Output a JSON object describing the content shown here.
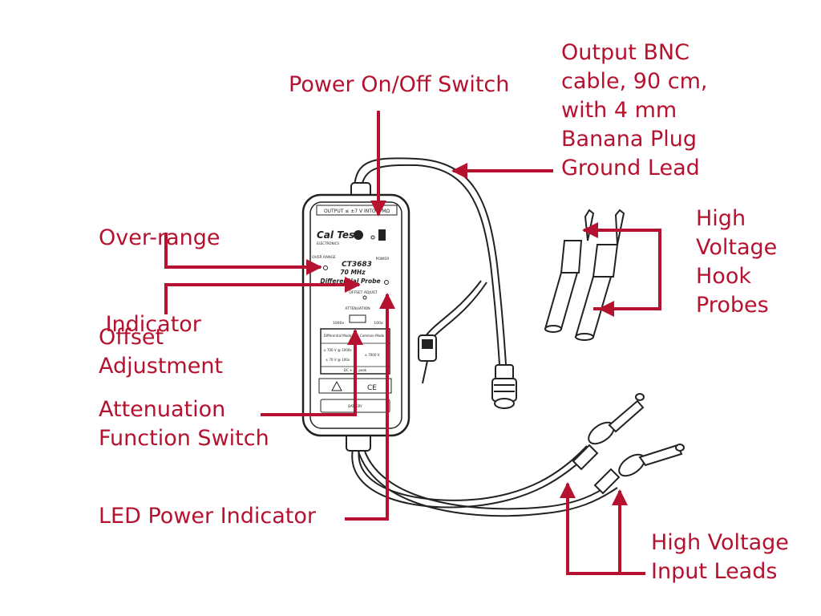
{
  "diagram": {
    "accent_color": "#b5122f",
    "callouts": {
      "power_switch": {
        "lines": [
          "Power On/Off Switch"
        ]
      },
      "output_bnc": {
        "lines": [
          "Output BNC",
          "cable, 90 cm,",
          "with 4 mm",
          "Banana Plug",
          "Ground Lead"
        ]
      },
      "over_range": {
        "lines": [
          "Over-range",
          " Indicator"
        ]
      },
      "hook_probes": {
        "lines": [
          "High",
          "Voltage",
          "Hook",
          "Probes"
        ]
      },
      "offset": {
        "lines": [
          "Offset",
          "Adjustment"
        ]
      },
      "attenuation": {
        "lines": [
          "Attenuation",
          "Function Switch"
        ]
      },
      "led": {
        "lines": [
          "LED Power Indicator"
        ]
      },
      "input_leads": {
        "lines": [
          "High Voltage",
          "Input Leads"
        ]
      }
    },
    "device": {
      "brand": "Cal Test",
      "brand_sub": "ELECTRONICS",
      "model": "CT3683",
      "bandwidth": "70 MHz",
      "product_name": "Differential Probe",
      "output_label": "OUTPUT ≤ ±7 V INTO 1 MΩ",
      "over_range_label": "OVER RANGE",
      "power_label": "POWER",
      "offset_label": "OFFSET ADJUST",
      "attenuation_label": "ATTENUATION",
      "attenuation_left": "1000x",
      "attenuation_right": "100x",
      "table_header_left": "Differential Mode",
      "table_header_right": "Common Mode",
      "table_row1": "± 700 V @ 1000x",
      "table_row2": "± 70 V @ 100x",
      "table_common": "± 7000 V",
      "table_footer": "DC + AC peak",
      "battery_label": "BATTERY",
      "warning_icon": "warning-triangle-icon",
      "ce_mark": "CE"
    }
  }
}
